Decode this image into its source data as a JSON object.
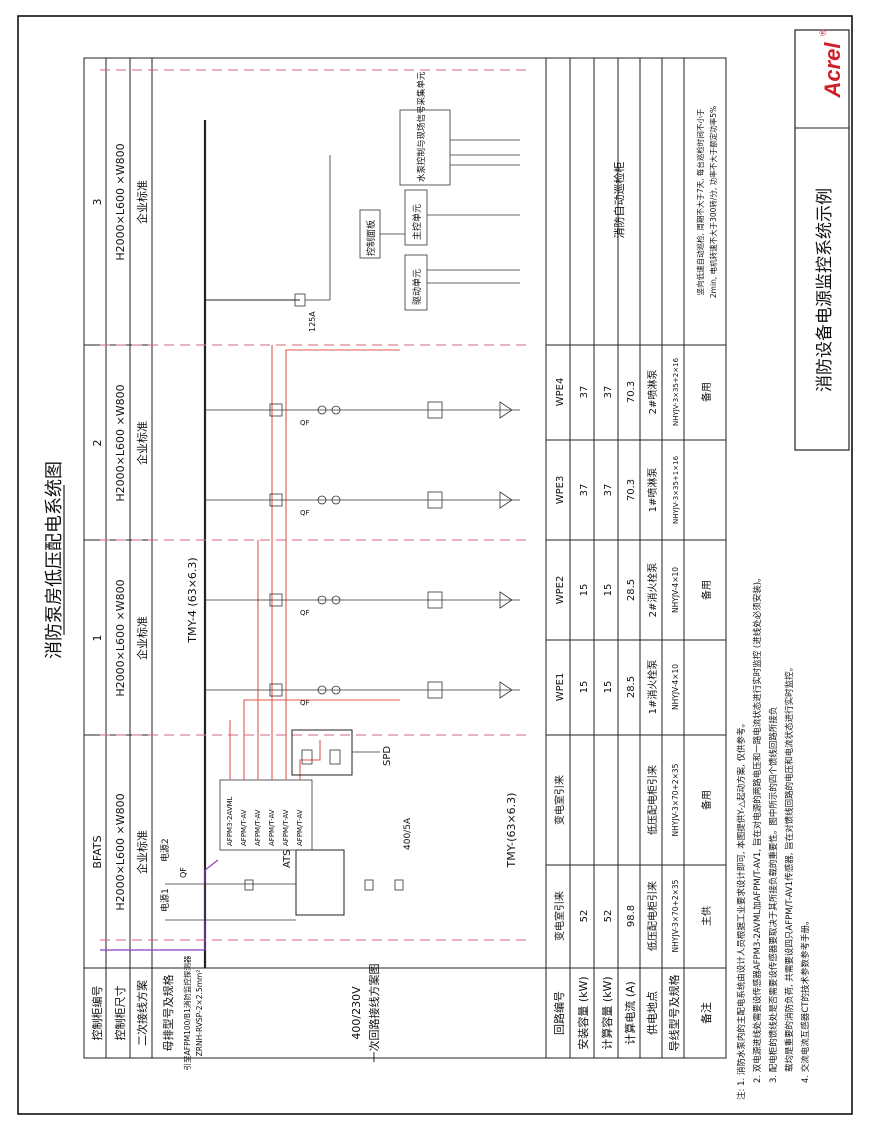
{
  "title": "消防泵房低压配电系统图",
  "rows": {
    "cabinet_no": "控制柜编号",
    "cabinet_size": "控制柜尺寸",
    "secondary_scheme": "二次接线方案",
    "busbar": "母排型号及规格",
    "probe_line1": "引至AFPM100/B1消防监控探测器",
    "probe_line2": "ZRNH-RVSP-2×2.5mm²",
    "primary1": "400/230V",
    "primary2": "一次回路接线方案图",
    "circuit_no": "回路编号",
    "installed": "安装容量 (kW)",
    "calc_cap": "计算容量 (kW)",
    "calc_cur": "计算电流 (A)",
    "supply": "供电地点",
    "cable": "导线型号及规格",
    "remark": "备注"
  },
  "cabinets": [
    {
      "no": "BFATS",
      "size": "H2000×L600 ×W800",
      "scheme": "企业标准"
    },
    {
      "no": "1",
      "size": "H2000×L600 ×W800",
      "scheme": "企业标准"
    },
    {
      "no": "2",
      "size": "H2000×L600 ×W800",
      "scheme": "企业标准"
    },
    {
      "no": "3",
      "size": "H2000×L600 ×W800",
      "scheme": "企业标准"
    }
  ],
  "bus_labels": {
    "left": "TMY-(63×6.3)",
    "right": "TMY-4 (63×6.3)"
  },
  "diagram_labels": {
    "ats": "ATS",
    "spd": "SPD",
    "power1": "电源1",
    "power2": "电源2",
    "qf": "QF",
    "ct_ratio": "400/5A",
    "qf_fuse": "125A",
    "meter_main": "AFPM3-2AVML",
    "meter_sub": "AFPM/T-AV",
    "drive_unit": "驱动单元",
    "main_unit": "主控单元",
    "control_panel": "控制面板",
    "water_pump": "水泵控制与现场信号采集单元",
    "auto_cab": "消防自动巡检柜",
    "auto_note1": "竖向低速自动巡检, 周期不大于7天, 每台巡检时间不小于",
    "auto_note2": "2min, 电机转速不大于300转/分, 功率不大于额定功率5%"
  },
  "table": {
    "columns": [
      {
        "circuit": "变电室引来",
        "installed": "52",
        "calc_cap": "52",
        "calc_cur": "98.8",
        "supply": "低压配电柜引来",
        "cable": "NHYJV-3×70+2×35",
        "remark": "主供"
      },
      {
        "circuit": "变电室引来",
        "installed": "",
        "calc_cap": "",
        "calc_cur": "",
        "supply": "低压配电柜引来",
        "cable": "NHYJV-3×70+2×35",
        "remark": "备用"
      },
      {
        "circuit": "WPE1",
        "installed": "15",
        "calc_cap": "15",
        "calc_cur": "28.5",
        "supply": "1#消火栓泵",
        "cable": "NHYJV-4×10",
        "remark": ""
      },
      {
        "circuit": "WPE2",
        "installed": "15",
        "calc_cap": "15",
        "calc_cur": "28.5",
        "supply": "2#消火栓泵",
        "cable": "NHYJV-4×10",
        "remark": "备用"
      },
      {
        "circuit": "WPE3",
        "installed": "37",
        "calc_cap": "37",
        "calc_cur": "70.3",
        "supply": "1#喷淋泵",
        "cable": "NHYJV-3×35+1×16",
        "remark": ""
      },
      {
        "circuit": "WPE4",
        "installed": "37",
        "calc_cap": "37",
        "calc_cur": "70.3",
        "supply": "2#喷淋泵",
        "cable": "NHYJV-3×35+2×16",
        "remark": "备用"
      }
    ]
  },
  "notes": [
    "注: 1. 消防水泵内的主配电系统由设计人员根据工业要求设计即可, 本图提供Y-△起动方案, 仅供参考。",
    "2. 双电源进线处需要设传感器AFPM3-2AVML加AFPM/T-AV1, 旨在对电源的两路电压和一路电流状态进行实时监控 (进线处必须安装)。",
    "3. 配电柜的馈线处是否需要设传感器要取决于其所接负载的重要性。图中所示的四个馈线回路所接负",
    "载均是重要的消防负荷, 共需要设四只AFPM/T-AV1传感器, 旨在对馈线回路的电压和电流状态进行实时监控。",
    "4. 交流电流互感器CT的技术参数参考手册。"
  ],
  "brand": {
    "name": "Acrel",
    "mark": "®",
    "subtitle": "消防设备电源监控系统示例",
    "accent": "#d0202a"
  }
}
